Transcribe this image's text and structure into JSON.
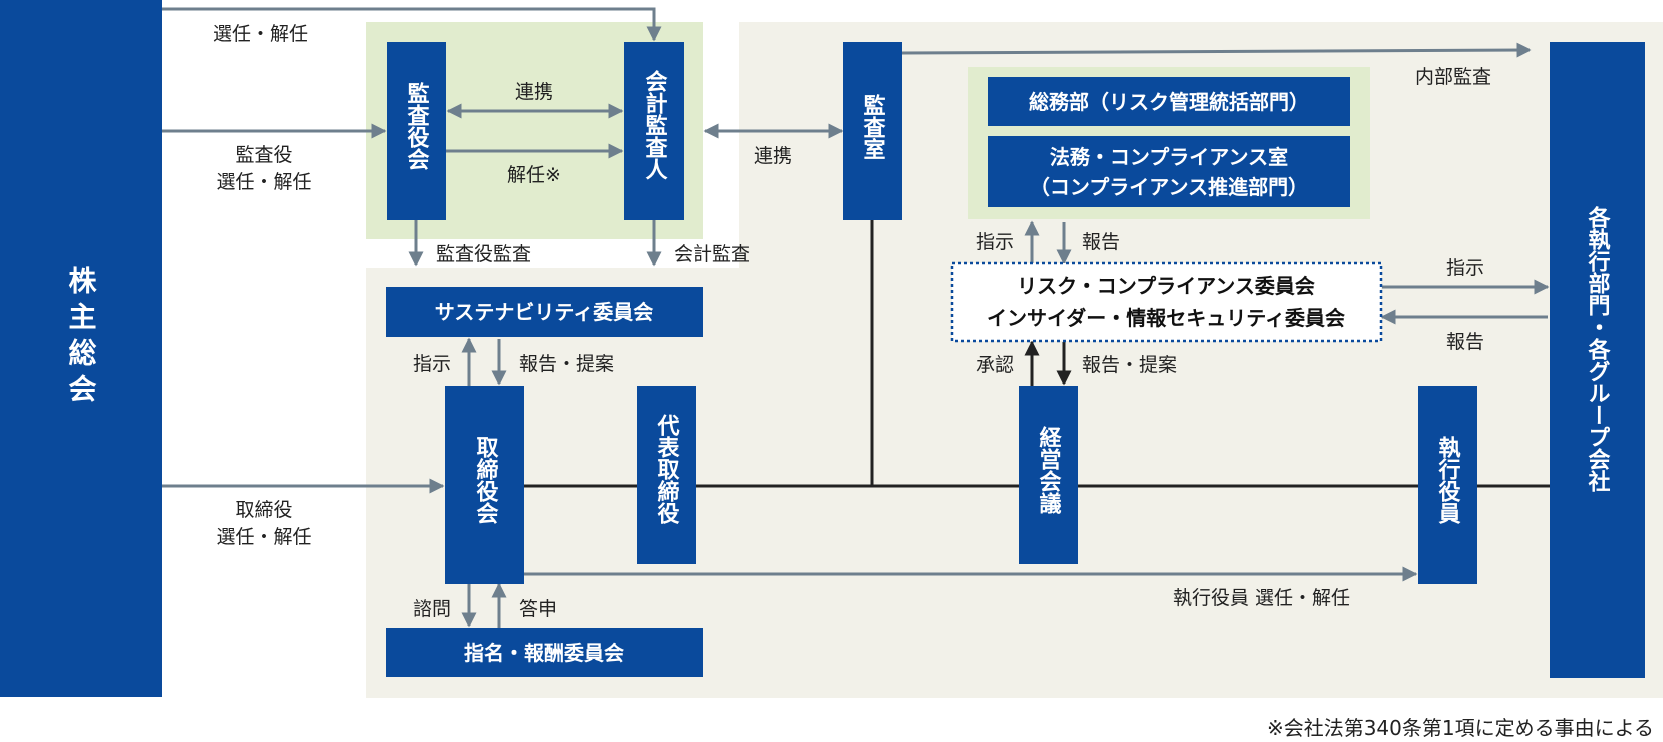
{
  "colors": {
    "box_blue": "#0a4a9c",
    "bg_beige": "#f2f1e9",
    "bg_green": "#e1ecce",
    "arrow_gray": "#6e7f8d",
    "line_dark": "#222222",
    "dotted_border": "#0a4a9c"
  },
  "nodes": {
    "shareholders": "株主総会",
    "audit_board": "監査役会",
    "accounting_auditor": "会計監査人",
    "audit_office": "監査室",
    "general_affairs": "総務部（リスク管理統括部門）",
    "legal_line1": "法務・コンプライアンス室",
    "legal_line2": "（コンプライアンス推進部門）",
    "risk_committee_line1": "リスク・コンプライアンス委員会",
    "risk_committee_line2": "インサイダー・情報セキュリティ委員会",
    "sustainability": "サステナビリティ委員会",
    "board": "取締役会",
    "representative": "代表取締役",
    "management_meeting": "経営会議",
    "executive_officers": "執行役員",
    "nomination": "指名・報酬委員会",
    "divisions": "各執行部門・各グループ会社"
  },
  "labels": {
    "appoint_dismiss_top": "選任・解任",
    "auditor_appoint_line1": "監査役",
    "auditor_appoint_line2": "選任・解任",
    "director_appoint_line1": "取締役",
    "director_appoint_line2": "選任・解任",
    "cooperation_top": "連携",
    "dismissal_note": "解任※",
    "cooperation_mid": "連携",
    "audit_by_auditors": "監査役監査",
    "accounting_audit": "会計監査",
    "internal_audit": "内部監査",
    "instruct_1": "指示",
    "report_1": "報告",
    "instruct_2": "指示",
    "report_2": "報告",
    "instruct_3": "指示",
    "report_propose_1": "報告・提案",
    "approve": "承認",
    "report_propose_2": "報告・提案",
    "consult": "諮問",
    "answer": "答申",
    "exec_appoint": "執行役員 選任・解任",
    "footnote": "※会社法第340条第1項に定める事由による"
  }
}
